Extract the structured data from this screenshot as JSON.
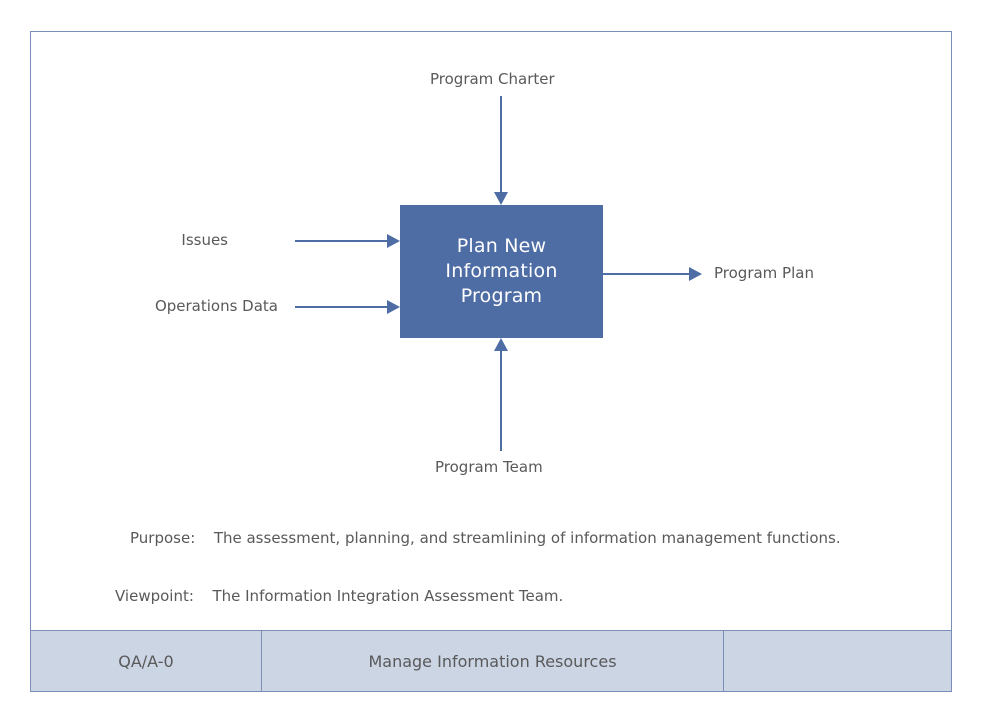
{
  "diagram": {
    "type": "IDEF0 context diagram",
    "frame_border_color": "#7B8EB8",
    "accent_color": "#4F6DA5",
    "footer_fill_color": "#CBD5E4",
    "text_color": "#595959"
  },
  "process": {
    "lines": [
      "Plan New",
      "Information",
      "Program"
    ]
  },
  "arrows": {
    "control_top": {
      "label": "Program Charter"
    },
    "input_one": {
      "label": "Issues"
    },
    "input_two": {
      "label": "Operations Data"
    },
    "output_right": {
      "label": "Program Plan"
    },
    "mechanism_bottom": {
      "label": "Program Team"
    }
  },
  "notes": [
    {
      "key": "Purpose:",
      "value": "The assessment, planning, and streamlining of information management functions."
    },
    {
      "key": "Viewpoint:",
      "value": "The Information Integration Assessment Team."
    }
  ],
  "footer": {
    "node": "QA/A-0",
    "title": "Manage Information Resources",
    "extra": ""
  }
}
